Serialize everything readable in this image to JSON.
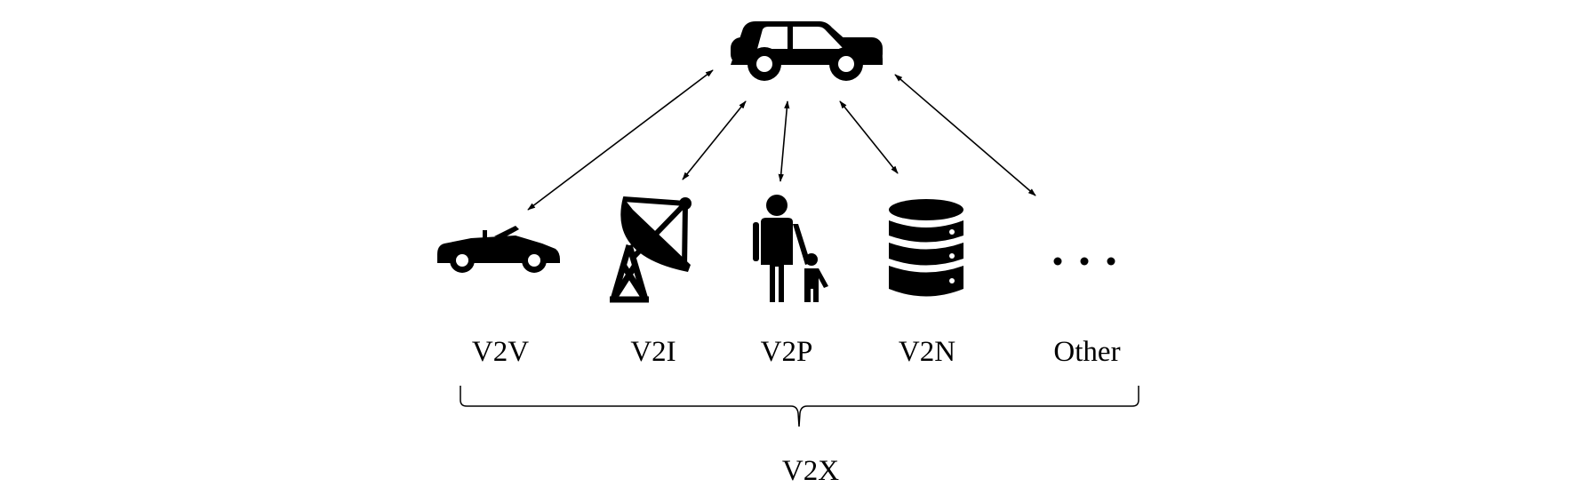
{
  "diagram": {
    "categories": [
      {
        "id": "v2v",
        "label": "V2V",
        "icon": "convertible-car-icon"
      },
      {
        "id": "v2i",
        "label": "V2I",
        "icon": "satellite-dish-tower-icon"
      },
      {
        "id": "v2p",
        "label": "V2P",
        "icon": "pedestrian-adult-child-icon"
      },
      {
        "id": "v2n",
        "label": "V2N",
        "icon": "database-server-icon"
      },
      {
        "id": "other",
        "label": "Other",
        "icon": "ellipsis-icon"
      }
    ],
    "center": {
      "icon": "vehicle-car-icon"
    },
    "group_label": "V2X",
    "colors": {
      "ink": "#000000",
      "background": "#ffffff"
    }
  }
}
